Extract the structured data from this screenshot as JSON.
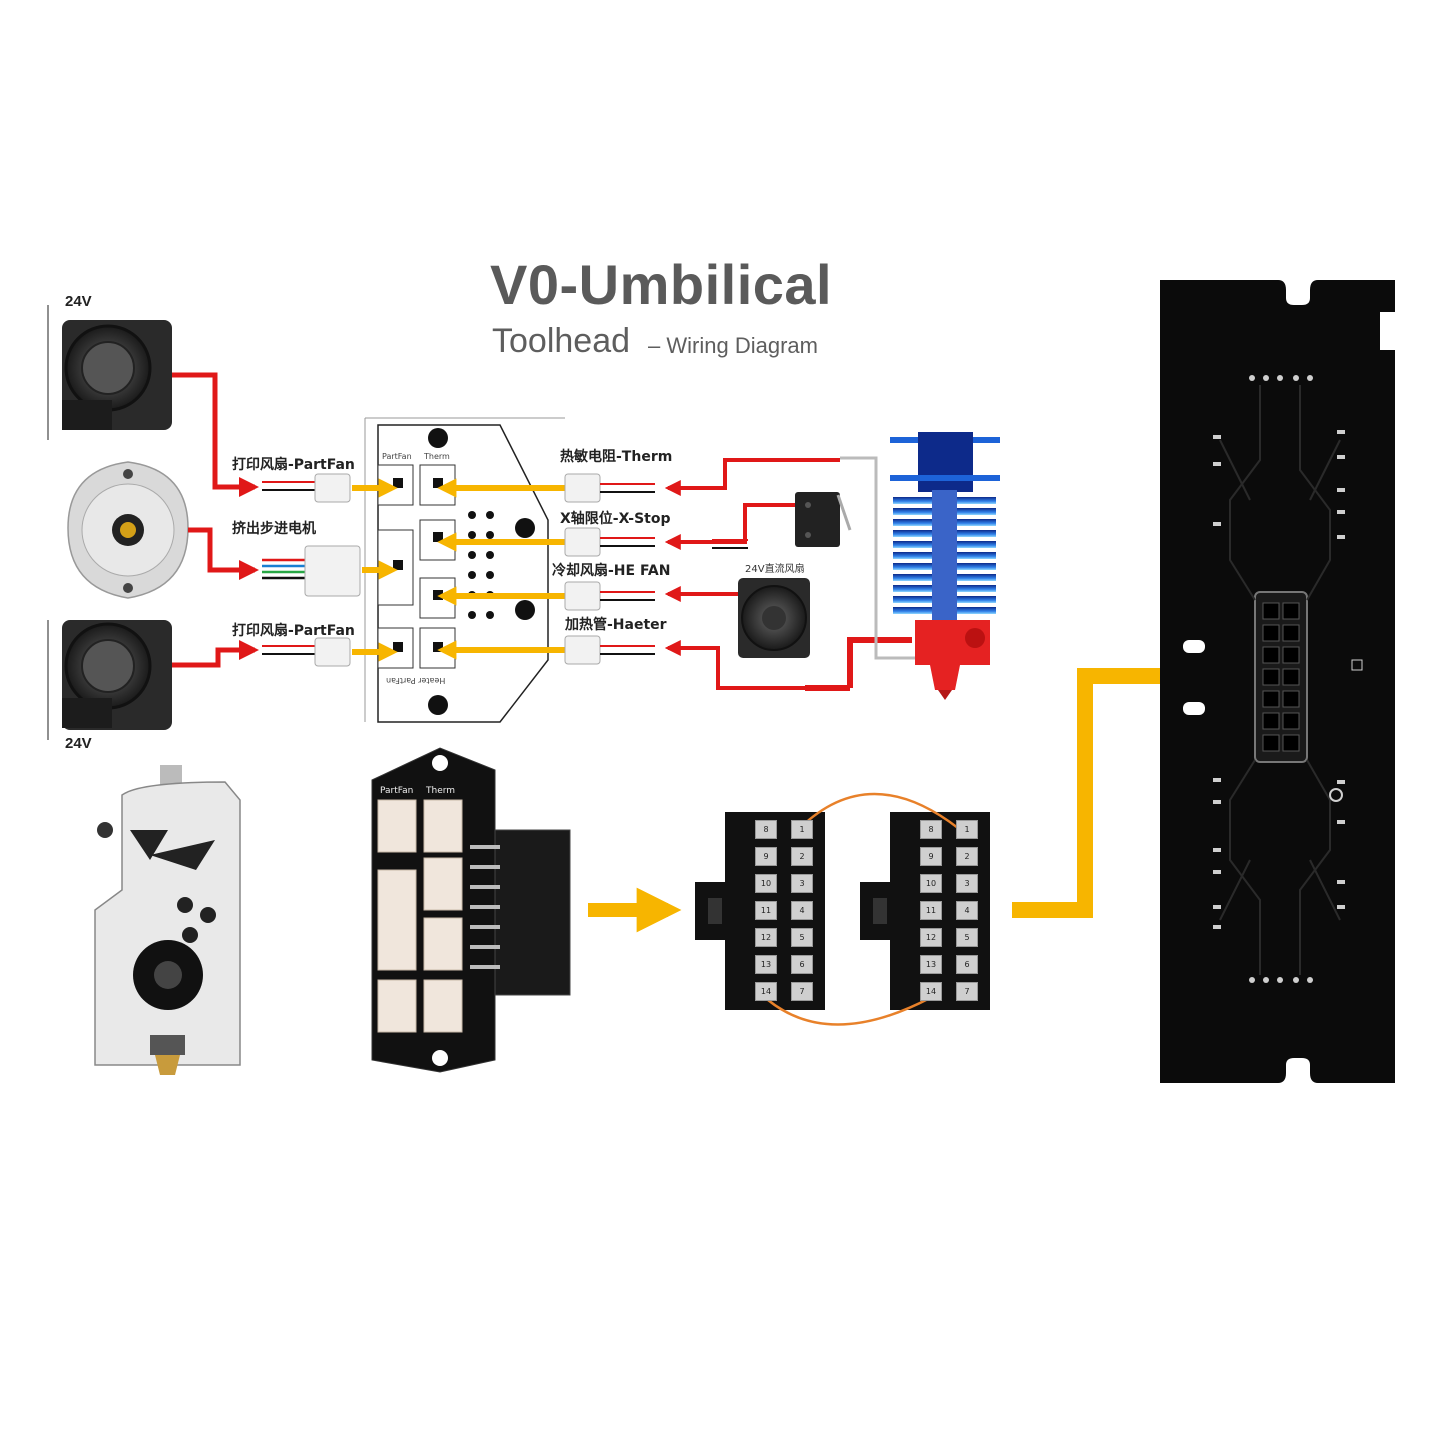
{
  "header": {
    "title": "V0-Umbilical",
    "subtitle_main": "Toolhead",
    "subtitle_dash": "–",
    "subtitle_tail": "Wiring Diagram"
  },
  "voltage_labels": {
    "top_fan": "24V",
    "bottom_fan": "24V"
  },
  "left_labels": {
    "part_fan_top": "打印风扇-PartFan",
    "extruder_motor": "挤出步进电机",
    "part_fan_bottom": "打印风扇-PartFan"
  },
  "right_labels": {
    "therm": "热敏电阻-Therm",
    "xstop": "X轴限位-X-Stop",
    "he_fan": "冷却风扇-HE FAN",
    "heater": "加热管-Haeter",
    "dc_fan": "24V直流风扇"
  },
  "pcb_labels": {
    "partfan": "PartFan",
    "therm": "Therm",
    "heater_partfan": "Heater PartFan"
  },
  "board_photo_labels": {
    "partfan": "PartFan",
    "therm": "Therm"
  },
  "connector_pins": {
    "left_col": [
      "8",
      "9",
      "10",
      "11",
      "12",
      "13",
      "14"
    ],
    "right_col": [
      "1",
      "2",
      "3",
      "4",
      "5",
      "6",
      "7"
    ]
  },
  "colors": {
    "wire_red": "#e01818",
    "arrow_yellow": "#f7b500",
    "orange_loop": "#e8812a",
    "pcb_black": "#111111",
    "hotend_blue": "#1d63d8",
    "heater_red": "#e52222"
  }
}
